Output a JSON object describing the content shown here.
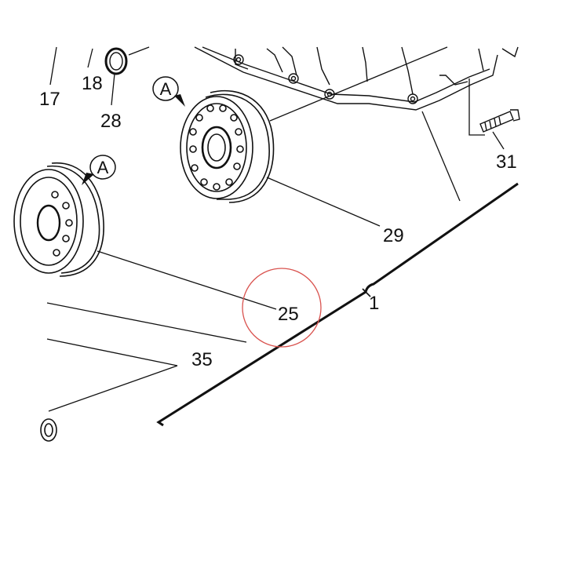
{
  "labels": {
    "l17": "17",
    "l18": "18",
    "l28": "28",
    "l31": "31",
    "l29": "29",
    "l25": "25",
    "l1": "1",
    "l35": "35"
  },
  "callouts": {
    "a_top": "A",
    "a_left": "A"
  },
  "colors": {
    "ink": "#111111",
    "highlight": "#d9534f"
  },
  "icons": [
    "bearing-icon",
    "seal-ring-icon",
    "bolt-icon",
    "callout-arrow-icon"
  ]
}
